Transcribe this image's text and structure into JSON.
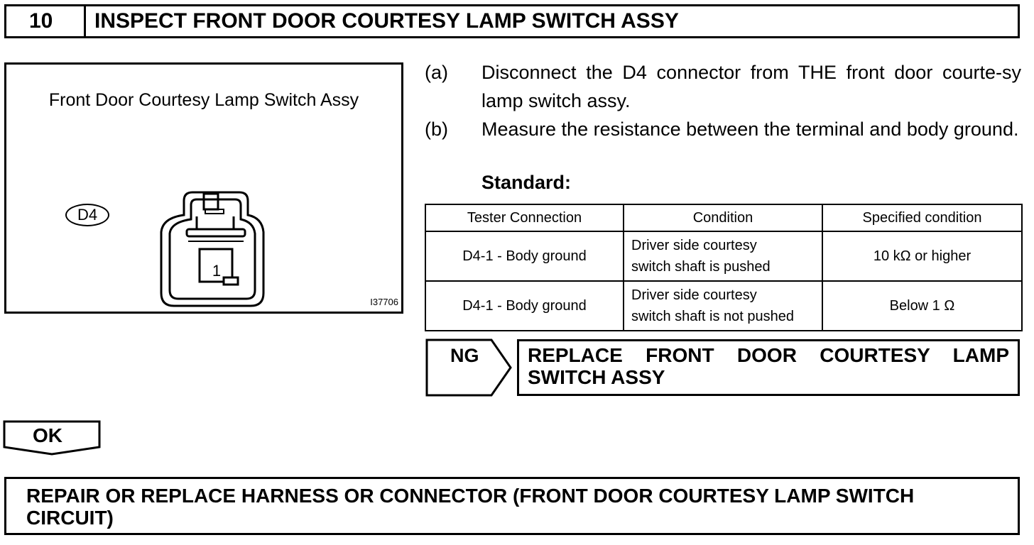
{
  "header": {
    "step_number": "10",
    "title": "INSPECT FRONT DOOR COURTESY LAMP SWITCH ASSY"
  },
  "figure": {
    "title": "Front Door Courtesy Lamp Switch Assy",
    "connector_label": "D4",
    "terminal_number": "1",
    "figure_code": "I37706"
  },
  "instructions": [
    {
      "marker": "(a)",
      "text": "Disconnect the D4 connector from THE front door courte-sy lamp switch assy."
    },
    {
      "marker": "(b)",
      "text": "Measure the resistance between the terminal and body ground."
    }
  ],
  "standard_label": "Standard:",
  "spec_table": {
    "headers": [
      "Tester Connection",
      "Condition",
      "Specified condition"
    ],
    "rows": [
      {
        "connection": "D4-1 - Body ground",
        "condition_line1": "Driver side courtesy",
        "condition_line2": "switch shaft is pushed",
        "specified": "10 kΩ or higher"
      },
      {
        "connection": "D4-1 - Body ground",
        "condition_line1": "Driver side courtesy",
        "condition_line2": "switch shaft is not pushed",
        "specified": "Below 1 Ω"
      }
    ]
  },
  "ng": {
    "label": "NG",
    "action": "REPLACE FRONT DOOR COURTESY LAMP SWITCH ASSY"
  },
  "ok": {
    "label": "OK"
  },
  "result": {
    "text": "REPAIR OR REPLACE HARNESS OR CONNECTOR (FRONT DOOR COURTESY LAMP SWITCH CIRCUIT)"
  }
}
